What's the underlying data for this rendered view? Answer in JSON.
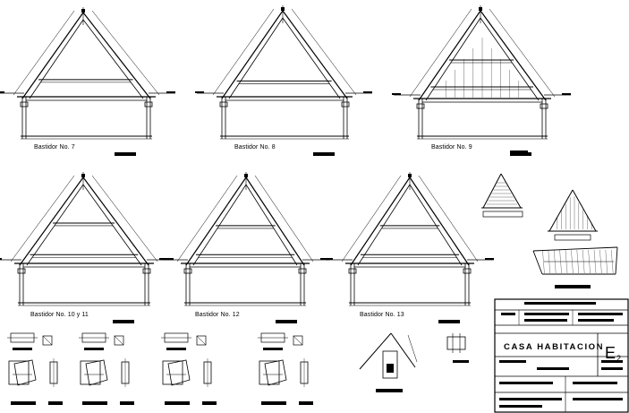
{
  "drawing": {
    "frames": [
      {
        "label": "Bastidor  No. 7"
      },
      {
        "label": "Bastidor  No. 8"
      },
      {
        "label": "Bastidor  No. 9"
      },
      {
        "label": "Bastidor  No. 10 y 11"
      },
      {
        "label": "Bastidor  No. 12"
      },
      {
        "label": "Bastidor  No. 13"
      }
    ]
  },
  "title_block": {
    "project": "CASA HABITACION",
    "sheet_code": "E",
    "sheet_number": "2"
  }
}
